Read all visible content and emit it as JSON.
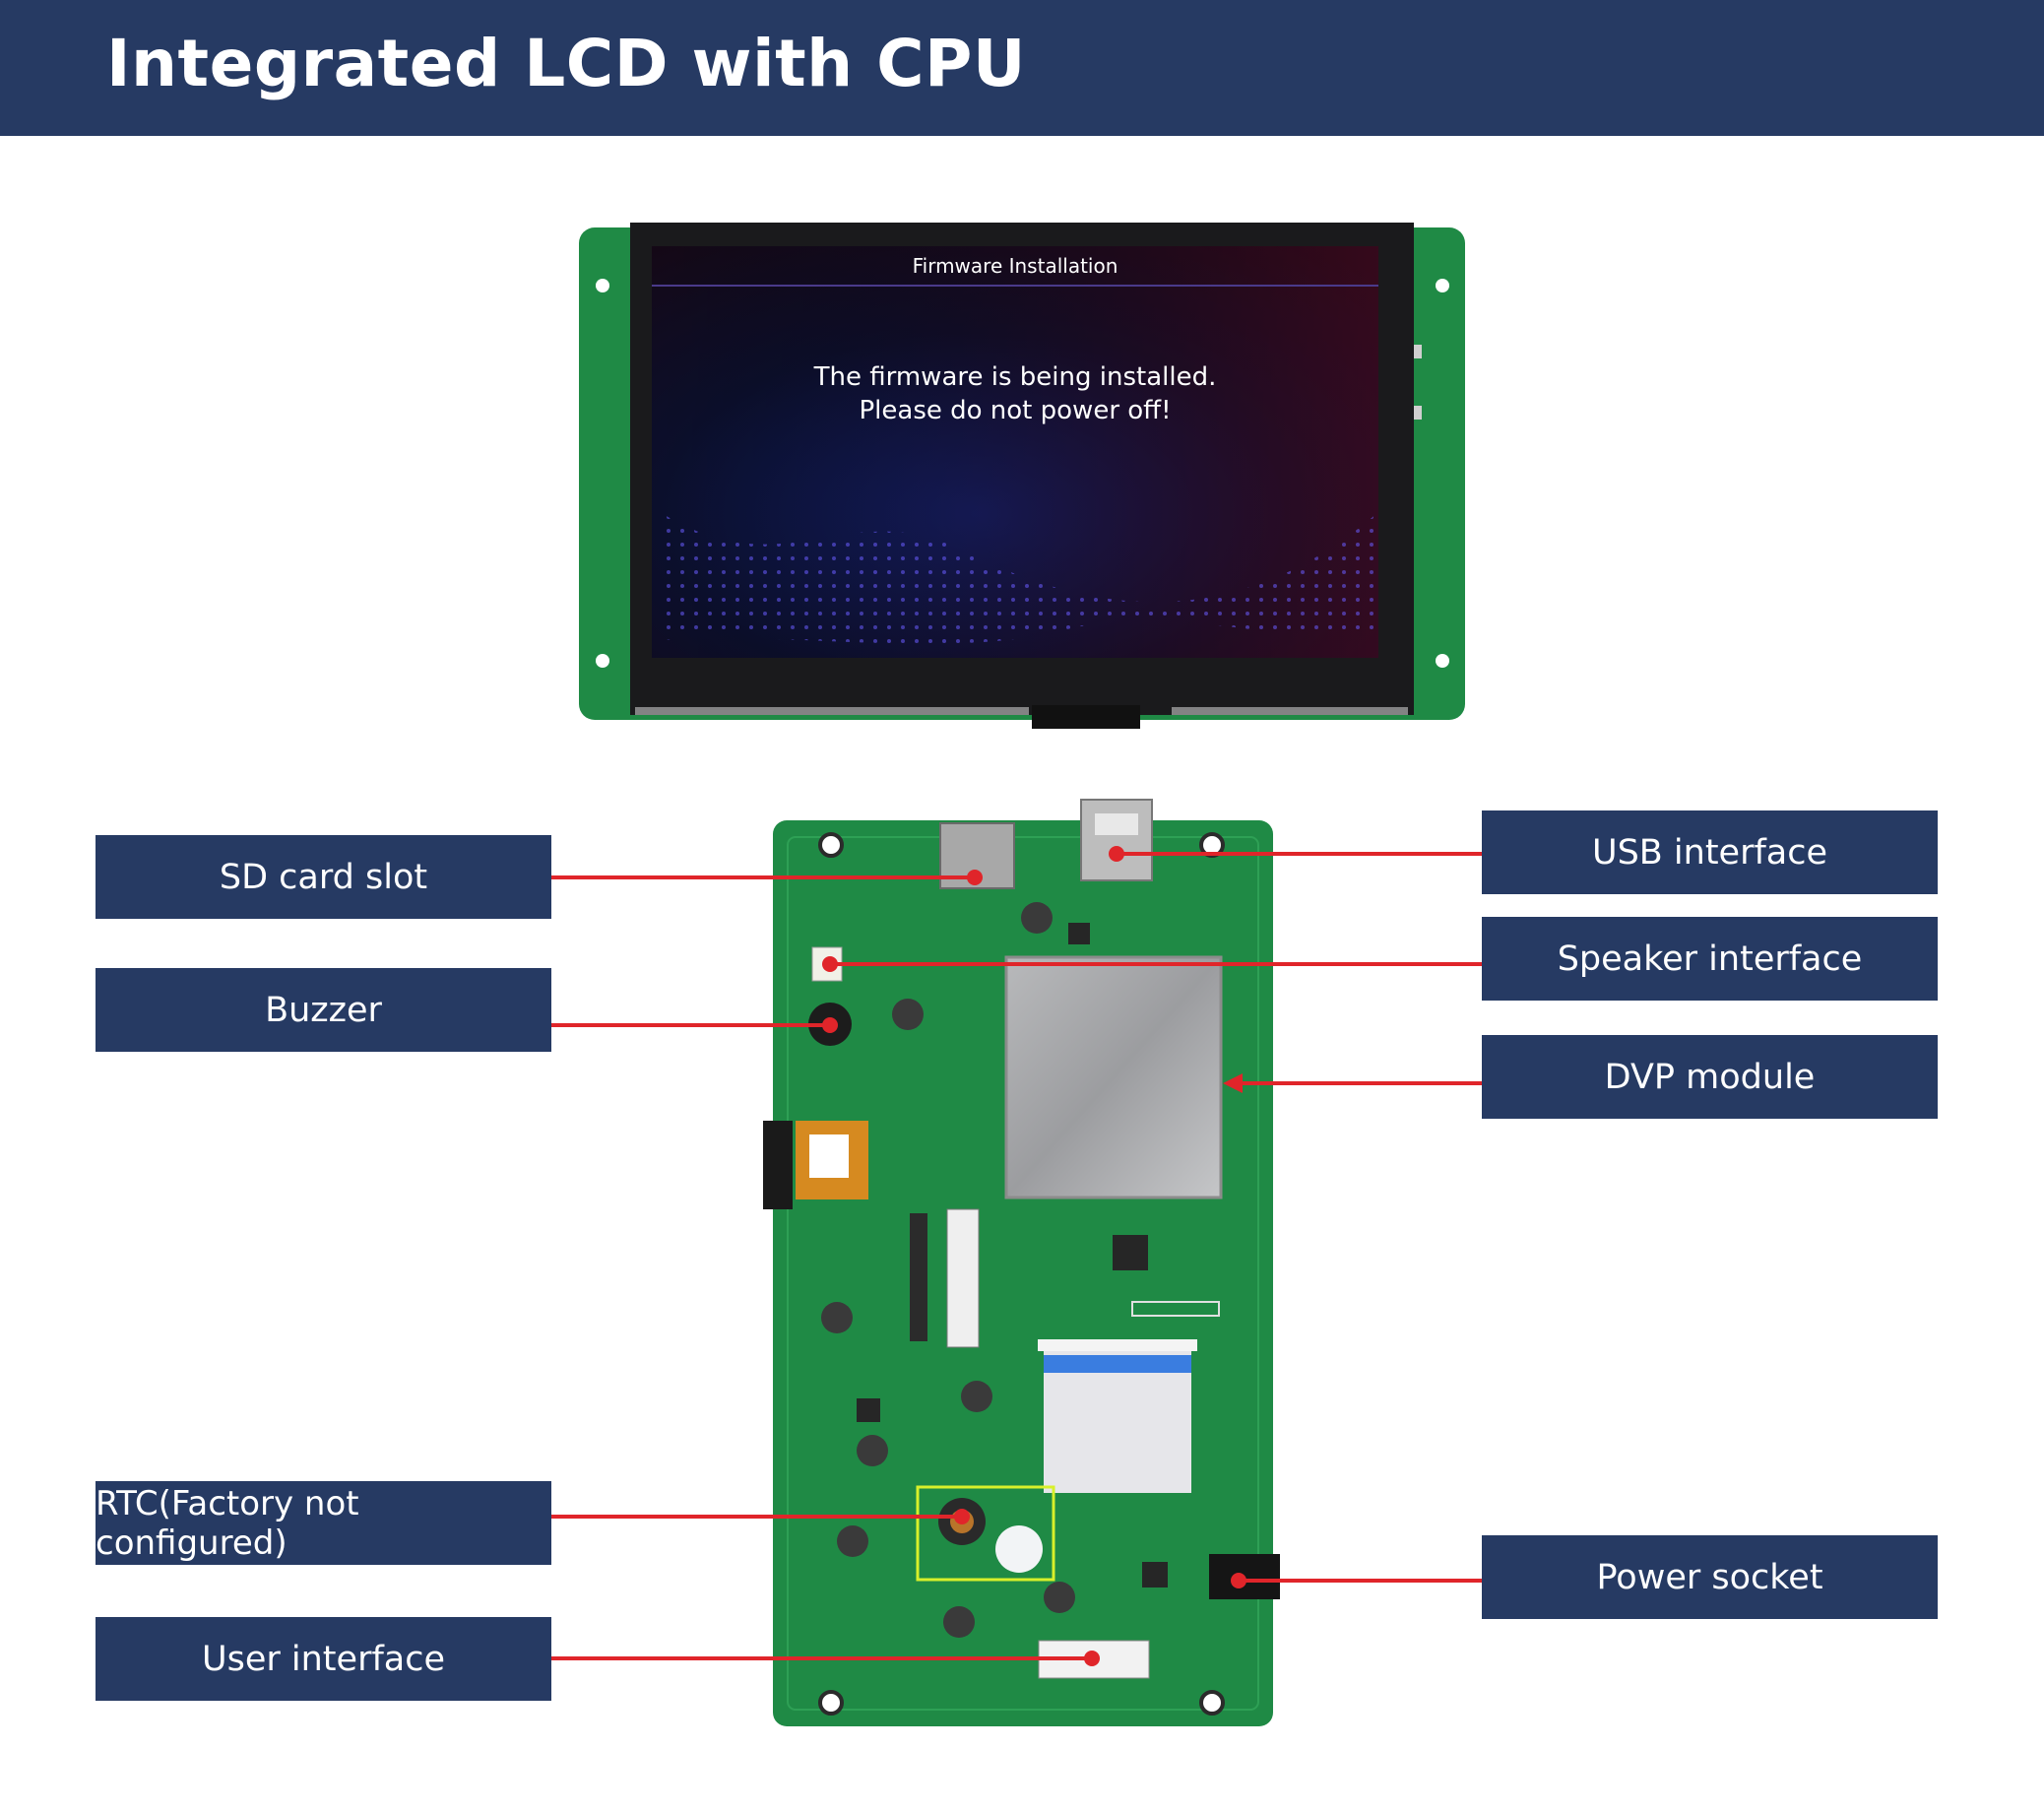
{
  "header": {
    "title": "Integrated LCD with CPU"
  },
  "colors": {
    "header_bg": "#263a63",
    "pcb_green": "#1f8a45",
    "callout_red": "#e0252a"
  },
  "screen": {
    "title": "Firmware Installation",
    "line1": "The firmware is being installed.",
    "line2": "Please do not power off!"
  },
  "callouts": {
    "sd_card_slot": "SD card slot",
    "buzzer": "Buzzer",
    "rtc": "RTC(Factory not configured)",
    "user_interface": "User interface",
    "usb_interface": "USB interface",
    "speaker_interface": "Speaker interface",
    "dvp_module": "DVP module",
    "power_socket": "Power socket"
  }
}
